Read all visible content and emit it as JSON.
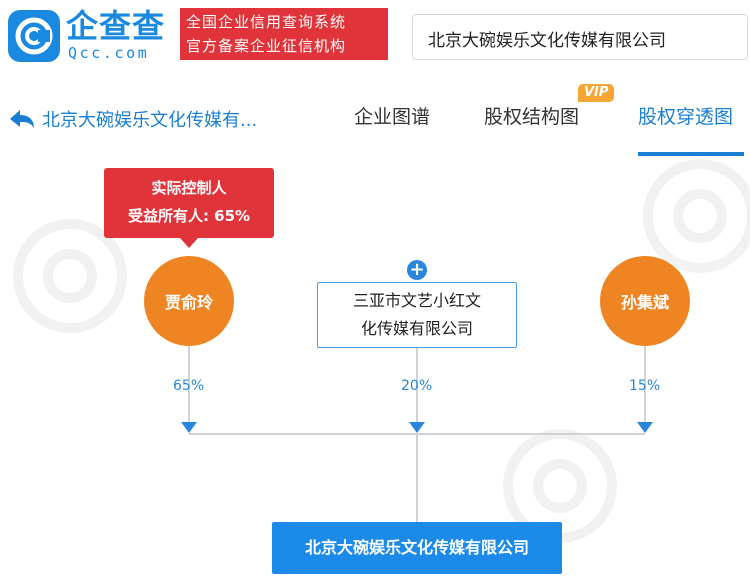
{
  "header": {
    "logo_cn": "企查查",
    "logo_en": "Qcc.com",
    "badge_line1": "全国企业信用查询系统",
    "badge_line2": "官方备案企业征信机构",
    "search_value": "北京大碗娱乐文化传媒有限公司"
  },
  "nav": {
    "back_label": "北京大碗娱乐文化传媒有...",
    "tabs": [
      {
        "label": "企业图谱"
      },
      {
        "label": "股权结构图"
      },
      {
        "label": "股权穿透图"
      }
    ],
    "vip_label": "VIP",
    "active_tab": "股权穿透图"
  },
  "graph": {
    "tooltip_title": "实际控制人",
    "tooltip_detail": "受益所有人: 65%",
    "plus_label": "+",
    "shareholders": [
      {
        "name": "贾俞玲",
        "share": "65%"
      },
      {
        "name": "三亚市文艺小红文",
        "name2": "化传媒有限公司",
        "share": "20%"
      },
      {
        "name": "孙集斌",
        "share": "15%"
      }
    ],
    "target": "北京大碗娱乐文化传媒有限公司"
  },
  "colors": {
    "brand_blue": "#1a8ae0",
    "accent_red": "#e0343a",
    "person_orange": "#ef8423",
    "link_blue": "#2a86dd",
    "vip_gold": "#f4a533"
  }
}
